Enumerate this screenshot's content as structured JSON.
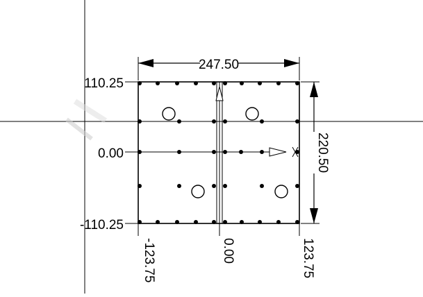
{
  "drawing": {
    "overall_width_label": "247.50",
    "overall_height_label": "220.50",
    "y_top_label": "110.25",
    "y_mid_label": "0.00",
    "y_bottom_label": "-110.25",
    "x_left_label": "-123.75",
    "x_mid_label": "0.00",
    "x_right_label": "123.75",
    "x_axis_marker": "X"
  },
  "colors": {
    "line": "#000000",
    "background": "#ffffff"
  }
}
